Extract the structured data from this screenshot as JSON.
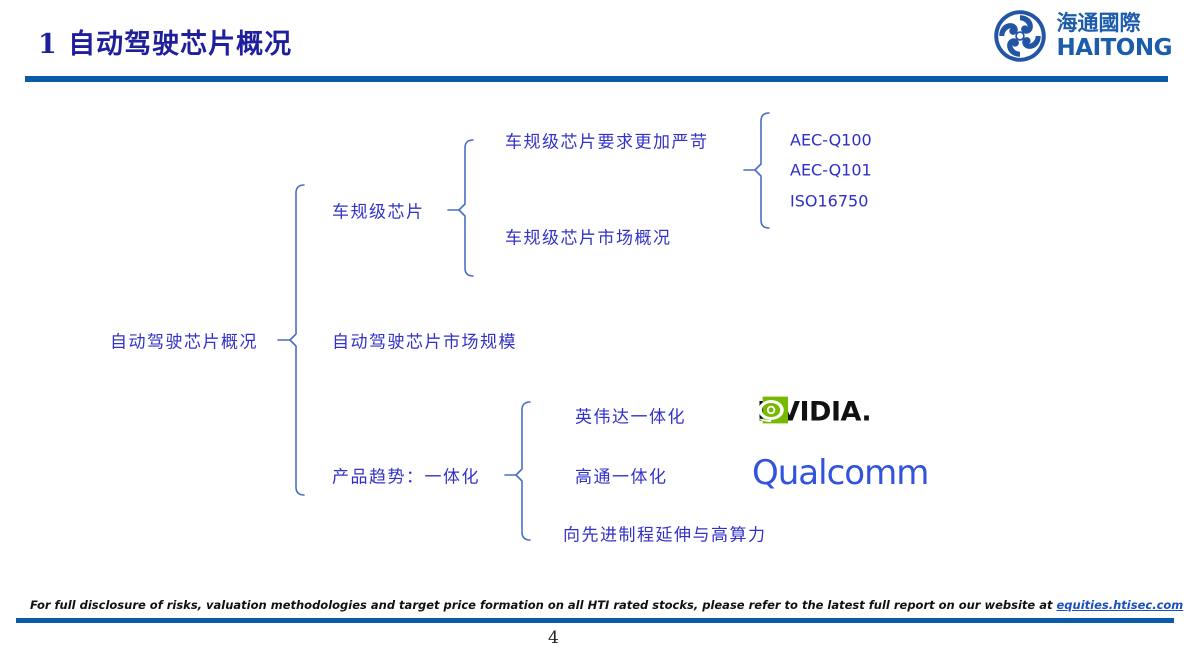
{
  "header": {
    "title": "1 自动驾驶芯片概况",
    "accent_color": "#0b5aa8",
    "title_color": "#1f1f9c"
  },
  "logo": {
    "mark_name": "haitong-swirl-emblem",
    "chinese": "海通國際",
    "english": "HAITONG",
    "color": "#1b5cab"
  },
  "mindmap": {
    "root": "自动驾驶芯片概况",
    "level2": {
      "a": "车规级芯片",
      "b": "自动驾驶芯片市场规模",
      "c": "产品趋势：一体化"
    },
    "level3": {
      "a1": "车规级芯片要求更加严苛",
      "a2": "车规级芯片市场概况",
      "c1": "英伟达一体化",
      "c2": "高通一体化",
      "c3": "向先进制程延伸与高算力"
    },
    "level4": {
      "s1": "AEC-Q100",
      "s2": "AEC-Q101",
      "s3": "ISO16750"
    },
    "line_color": "#4a6fc4",
    "text_color": "#3232c8"
  },
  "brands": {
    "nvidia": {
      "wordmark": "NVIDIA.",
      "mark_name": "nvidia-eye-logo",
      "green": "#76b900",
      "text_color": "#111111"
    },
    "qualcomm": {
      "wordmark": "Qualcomm",
      "color": "#3253dc"
    }
  },
  "footer": {
    "note_prefix": "For full disclosure of risks, valuation methodologies and target price formation on all HTI rated stocks, please refer to the latest full report on our website at ",
    "link": "equities.htisec.com",
    "page_number": "4",
    "rule_color": "#0b5aa8"
  }
}
